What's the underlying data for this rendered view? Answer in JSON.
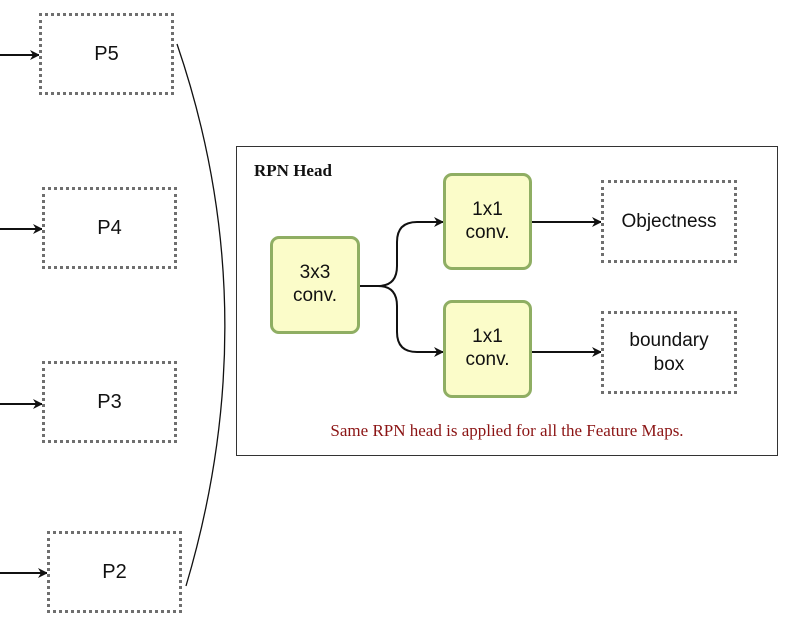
{
  "feature_maps": [
    "P5",
    "P4",
    "P3",
    "P2"
  ],
  "rpn_head": {
    "title": "RPN Head",
    "conv3": "3x3\nconv.",
    "conv1_top": "1x1\nconv.",
    "conv1_bottom": "1x1\nconv.",
    "out_top": "Objectness",
    "out_bottom": "boundary\nbox",
    "note": "Same RPN head is applied for all the Feature Maps."
  },
  "colors": {
    "conv_fill": "#fbfcc9",
    "conv_border": "#8fae63",
    "note_text": "#8b1414"
  }
}
